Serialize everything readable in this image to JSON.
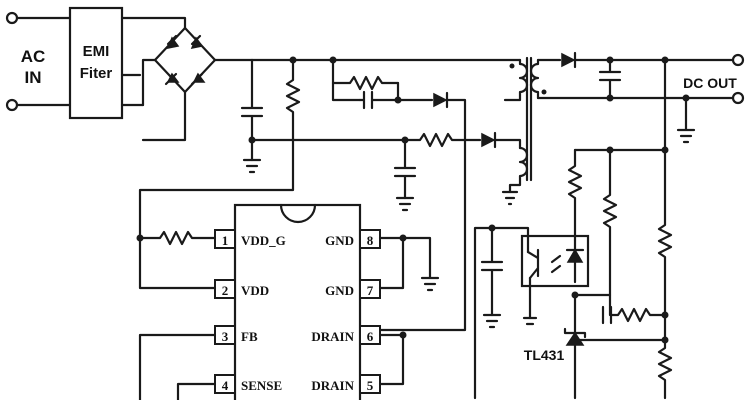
{
  "labels": {
    "ac_in_1": "AC",
    "ac_in_2": "IN",
    "emi_1": "EMI",
    "emi_2": "Fiter",
    "dc_out": "DC OUT",
    "tl431": "TL431"
  },
  "ic_pins": [
    {
      "num": "1",
      "name": "VDD_G"
    },
    {
      "num": "2",
      "name": "VDD"
    },
    {
      "num": "3",
      "name": "FB"
    },
    {
      "num": "4",
      "name": "SENSE"
    },
    {
      "num": "8",
      "name": "GND"
    },
    {
      "num": "7",
      "name": "GND"
    },
    {
      "num": "6",
      "name": "DRAIN"
    },
    {
      "num": "5",
      "name": "DRAIN"
    }
  ]
}
